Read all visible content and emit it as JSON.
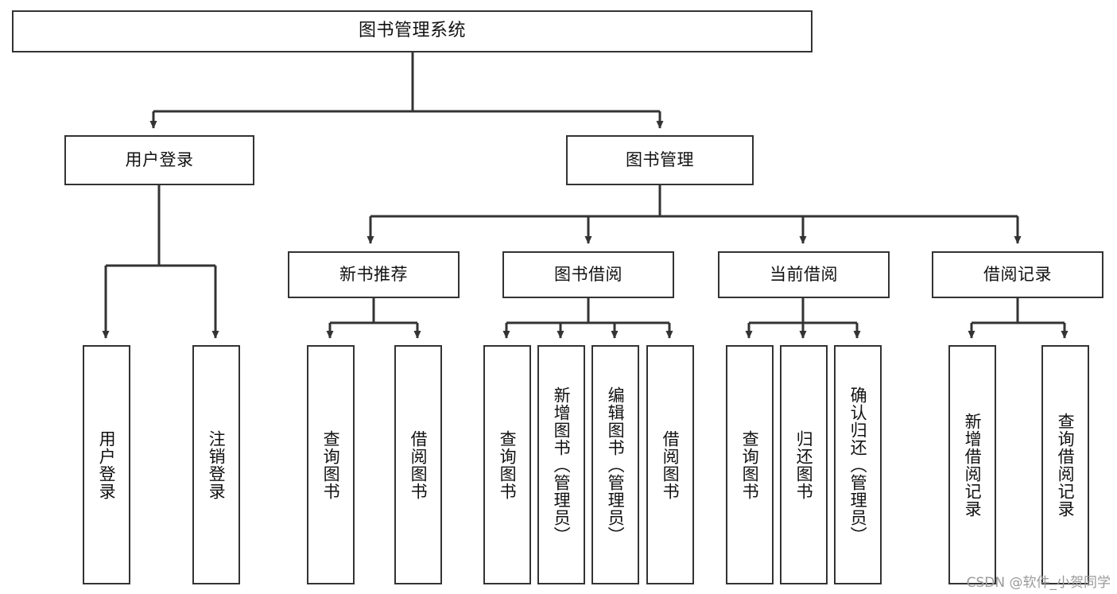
{
  "diagram": {
    "type": "tree-hierarchy",
    "title": "图书管理系统",
    "watermark": "CSDN @软件_小贺同学",
    "colors": {
      "box_border": "#333333",
      "box_fill": "#ffffff",
      "connector": "#333333",
      "text": "#111111",
      "watermark": "#9a9a9a",
      "background": "#ffffff"
    },
    "levels": {
      "root": "图书管理系统",
      "level2": [
        "用户登录",
        "图书管理"
      ],
      "level3": [
        "新书推荐",
        "图书借阅",
        "当前借阅",
        "借阅记录"
      ]
    },
    "nodes": {
      "root": {
        "label": "图书管理系统",
        "orientation": "horizontal"
      },
      "user_login": {
        "label": "用户登录",
        "orientation": "horizontal"
      },
      "book_manage": {
        "label": "图书管理",
        "orientation": "horizontal"
      },
      "new_book_rec": {
        "label": "新书推荐",
        "orientation": "horizontal"
      },
      "book_borrow": {
        "label": "图书借阅",
        "orientation": "horizontal"
      },
      "current_borrow": {
        "label": "当前借阅",
        "orientation": "horizontal"
      },
      "borrow_record": {
        "label": "借阅记录",
        "orientation": "horizontal"
      },
      "leaf_user_login": {
        "label": "用户登录",
        "orientation": "vertical"
      },
      "leaf_logout": {
        "label": "注销登录",
        "orientation": "vertical"
      },
      "leaf_query_book_1": {
        "label": "查询图书",
        "orientation": "vertical"
      },
      "leaf_borrow_book_1": {
        "label": "借阅图书",
        "orientation": "vertical"
      },
      "leaf_query_book_2": {
        "label": "查询图书",
        "orientation": "vertical"
      },
      "leaf_add_book": {
        "label": "新增图书（管理员）",
        "orientation": "vertical"
      },
      "leaf_edit_book": {
        "label": "编辑图书（管理员）",
        "orientation": "vertical"
      },
      "leaf_borrow_book_2": {
        "label": "借阅图书",
        "orientation": "vertical"
      },
      "leaf_query_book_3": {
        "label": "查询图书",
        "orientation": "vertical"
      },
      "leaf_return_book": {
        "label": "归还图书",
        "orientation": "vertical"
      },
      "leaf_confirm_return": {
        "label": "确认归还（管理员）",
        "orientation": "vertical"
      },
      "leaf_add_record": {
        "label": "新增借阅记录",
        "orientation": "vertical"
      },
      "leaf_query_record": {
        "label": "查询借阅记录",
        "orientation": "vertical"
      }
    },
    "edges": [
      {
        "from": "root",
        "to": "user_login"
      },
      {
        "from": "root",
        "to": "book_manage"
      },
      {
        "from": "user_login",
        "to": "leaf_user_login"
      },
      {
        "from": "user_login",
        "to": "leaf_logout"
      },
      {
        "from": "book_manage",
        "to": "new_book_rec"
      },
      {
        "from": "book_manage",
        "to": "book_borrow"
      },
      {
        "from": "book_manage",
        "to": "current_borrow"
      },
      {
        "from": "book_manage",
        "to": "borrow_record"
      },
      {
        "from": "new_book_rec",
        "to": "leaf_query_book_1"
      },
      {
        "from": "new_book_rec",
        "to": "leaf_borrow_book_1"
      },
      {
        "from": "book_borrow",
        "to": "leaf_query_book_2"
      },
      {
        "from": "book_borrow",
        "to": "leaf_add_book"
      },
      {
        "from": "book_borrow",
        "to": "leaf_edit_book"
      },
      {
        "from": "book_borrow",
        "to": "leaf_borrow_book_2"
      },
      {
        "from": "current_borrow",
        "to": "leaf_query_book_3"
      },
      {
        "from": "current_borrow",
        "to": "leaf_return_book"
      },
      {
        "from": "current_borrow",
        "to": "leaf_confirm_return"
      },
      {
        "from": "borrow_record",
        "to": "leaf_add_record"
      },
      {
        "from": "borrow_record",
        "to": "leaf_query_record"
      }
    ]
  }
}
